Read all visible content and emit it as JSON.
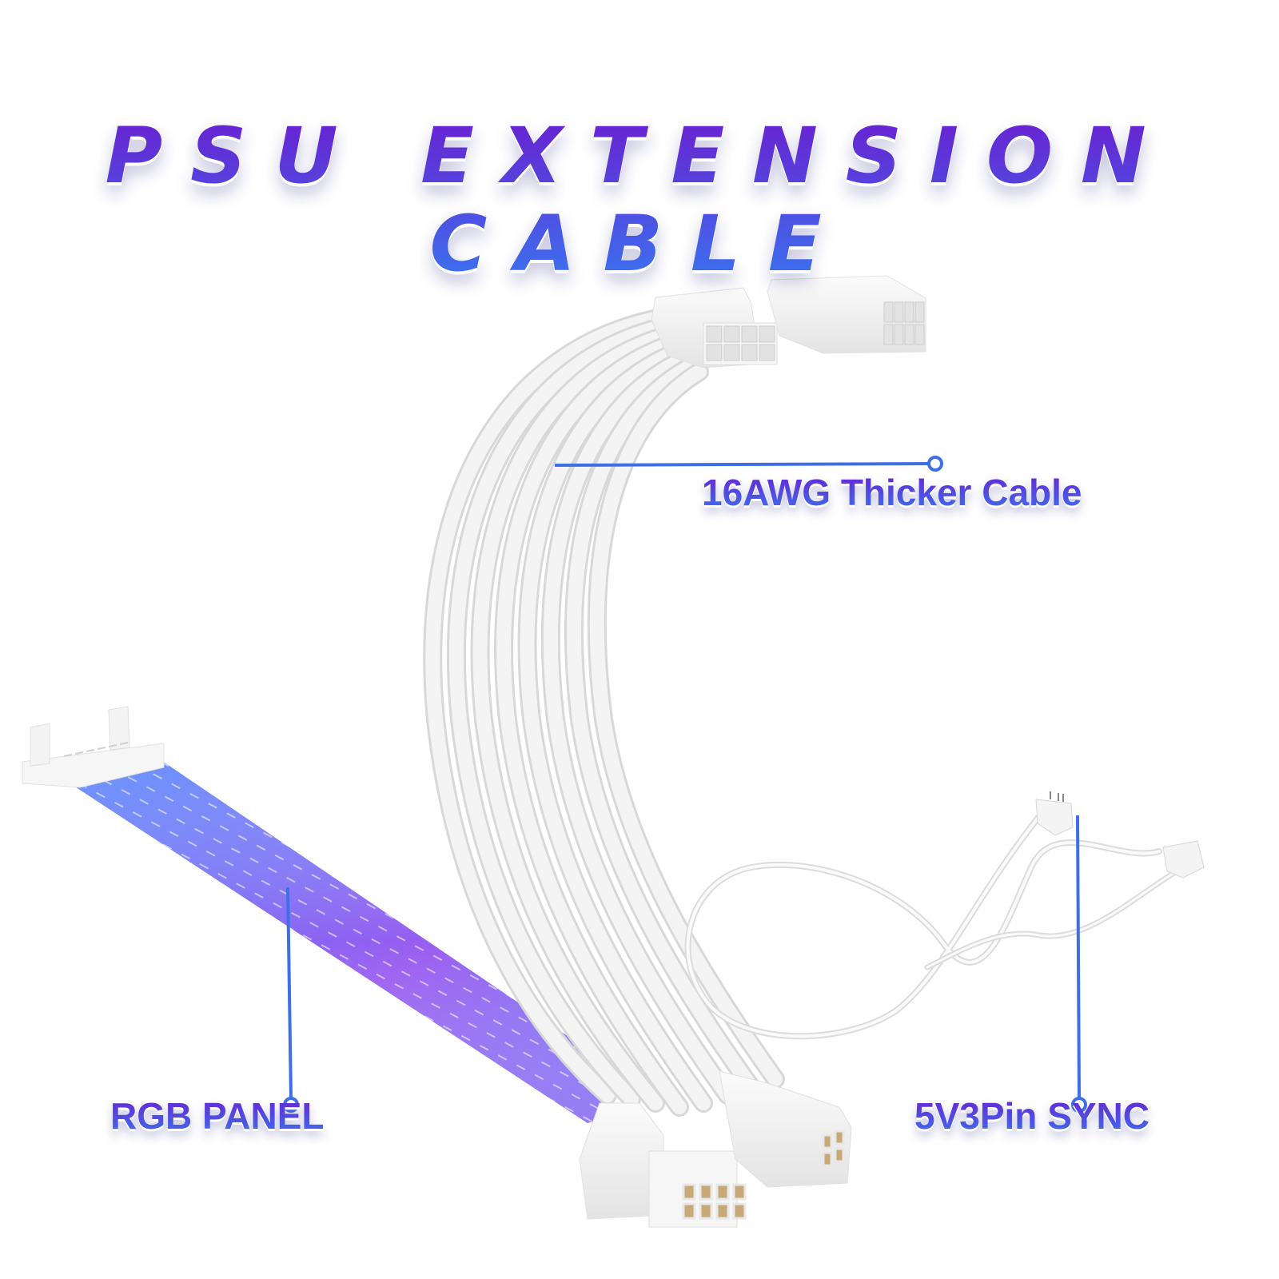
{
  "title": "PSU EXTENSION CABLE",
  "callouts": [
    {
      "id": "cable",
      "label": "16AWG Thicker Cable"
    },
    {
      "id": "rgb",
      "label": "RGB PANEL"
    },
    {
      "id": "sync",
      "label": "5V3Pin SYNC"
    }
  ],
  "colors": {
    "title_gradient_top": "#6a1fd0",
    "title_gradient_bottom": "#3a74f0",
    "callout_line": "#3f6fe6",
    "rgb_purple": "#8a4cf0",
    "rgb_blue": "#4a8cf8",
    "rgb_pink": "#c86cf0",
    "cable_white": "#f2f2f2",
    "pin_gold": "#c9a878"
  }
}
